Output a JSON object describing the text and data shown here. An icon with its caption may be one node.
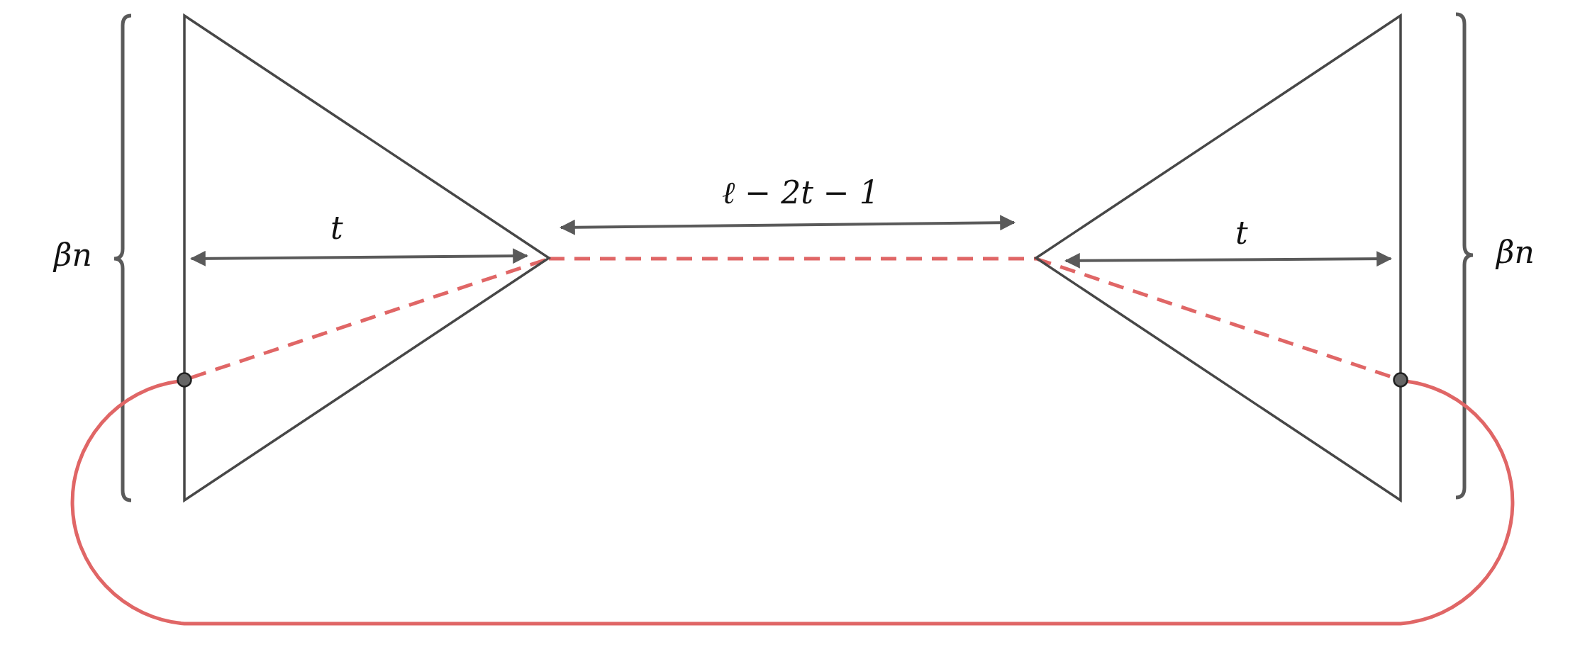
{
  "diagram": {
    "nodes": [
      {
        "text": [],
        "shape": "triangle"
      },
      {
        "text": [],
        "shape": "triangle"
      },
      {
        "text": [],
        "shape": "circle"
      },
      {
        "text": [],
        "shape": "circle"
      }
    ],
    "edges": [
      {
        "from": 2,
        "to": 0,
        "arrow": "none",
        "style": "dashed"
      },
      {
        "from": 0,
        "to": 1,
        "arrow": "none",
        "style": "dashed"
      },
      {
        "from": 1,
        "to": 3,
        "arrow": "none",
        "style": "dashed"
      },
      {
        "from": 2,
        "to": 3,
        "arrow": "none"
      }
    ],
    "labels": [
      "βn",
      "t",
      "ℓ − 2t − 1",
      "t",
      "βn"
    ]
  }
}
